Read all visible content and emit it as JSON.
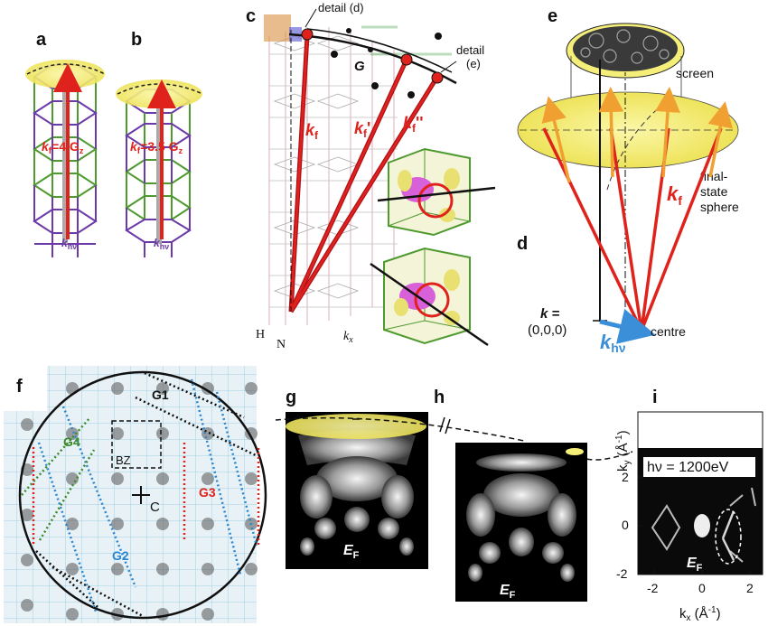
{
  "panels": {
    "a": {
      "label": "a",
      "kf_text": "k",
      "kf_sub": "f",
      "kf_eq": "=4 G",
      "kf_gsub": "z",
      "khv_text": "k",
      "khv_sub": "hν"
    },
    "b": {
      "label": "b",
      "kf_text": "k",
      "kf_sub": "f",
      "kf_eq": "=3.5 G",
      "kf_gsub": "z",
      "khv_text": "k",
      "khv_sub": "hν"
    },
    "c": {
      "label": "c",
      "detail_d": "detail (d)",
      "detail_e_1": "detail",
      "detail_e_2": "(e)",
      "G": "G",
      "kf": "k",
      "kf_sub": "f",
      "kf1_sub": "f",
      "kf1_prime": "'",
      "kf2_sub": "f",
      "kf2_prime": "''",
      "H": "H",
      "N": "N",
      "kx": "k",
      "kx_sub": "x"
    },
    "e": {
      "label": "e",
      "screen": "screen",
      "sphere_1": "final-",
      "sphere_2": "state",
      "sphere_3": "sphere",
      "kf": "k",
      "kf_sub": "f"
    },
    "d": {
      "label": "d",
      "k_eq": "k =",
      "k_origin": "(0,0,0)",
      "centre": "centre",
      "khv": "k",
      "khv_sub": "hν"
    },
    "f": {
      "label": "f",
      "G1": "G1",
      "G2": "G2",
      "G3": "G3",
      "G4": "G4",
      "BZ": "BZ",
      "C": "C",
      "colors": {
        "G1": "#111111",
        "G2": "#2a86d0",
        "G3": "#e0221c",
        "G4": "#3a8a2a"
      }
    },
    "g": {
      "label": "g",
      "EF": "E",
      "EF_sub": "F"
    },
    "h": {
      "label": "h",
      "EF": "E",
      "EF_sub": "F"
    },
    "i": {
      "label": "i",
      "hv": "hν = 1200eV",
      "EF": "E",
      "EF_sub": "F",
      "y_ticks": [
        "2",
        "0",
        "-2"
      ],
      "x_ticks": [
        "-2",
        "0",
        "2"
      ],
      "ylabel": "k",
      "ylabel_sub": "y",
      "ylabel_unit": " (Å",
      "ylabel_exp": "-1",
      "ylabel_close": ")",
      "xlabel": "k",
      "xlabel_sub": "x",
      "xlabel_unit": " (Å",
      "xlabel_exp": "-1",
      "xlabel_close": ")"
    }
  },
  "colors": {
    "red": "#e0221c",
    "yellow": "#f5ef7a",
    "blue": "#3a8fd8",
    "green": "#4e9a2e",
    "purple": "#6b3aa8",
    "orange": "#f0a030"
  }
}
